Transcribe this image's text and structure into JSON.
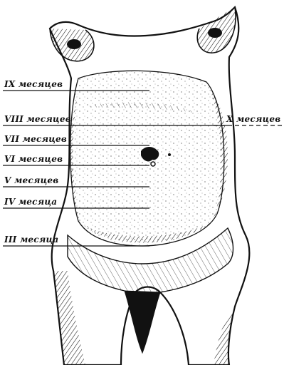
{
  "labels": {
    "ix": "IX месяцев",
    "viii": "VIII месяцев",
    "x": "X месяцев",
    "vii": "VII месяцев",
    "vi": "VI месяцев",
    "v": "V месяцев",
    "iv": "IV месяца",
    "iii": "III месяца"
  },
  "colors": {
    "ink": "#111111",
    "paper": "#ffffff"
  }
}
